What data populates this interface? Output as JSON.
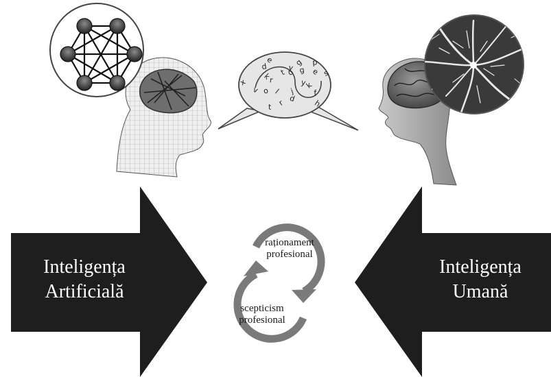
{
  "left_arrow": {
    "line1": "Inteligența",
    "line2": "Artificială"
  },
  "right_arrow": {
    "line1": "Inteligența",
    "line2": "Umană"
  },
  "cycle": {
    "top": {
      "line1": "raționament",
      "line2": "profesional"
    },
    "bottom": {
      "line1": "scepticism",
      "line2": "profesional"
    }
  },
  "speech_bubble_letters": [
    "o",
    "g",
    "e",
    "s",
    "y",
    "k",
    "f",
    "h",
    "j",
    "d",
    "r",
    "t",
    "l",
    "o",
    "v",
    "x",
    "r",
    "k",
    "d",
    "e",
    "t",
    "y",
    "g",
    "p"
  ],
  "icons": [
    "neural-network-icon",
    "wireframe-head-icon",
    "speech-bubble-icon",
    "human-head-icon",
    "brain-neurons-icon"
  ],
  "colors": {
    "arrow": "#1e1e1e",
    "cycle": "#7a7a7a",
    "arrow_text": "#ffffff"
  }
}
